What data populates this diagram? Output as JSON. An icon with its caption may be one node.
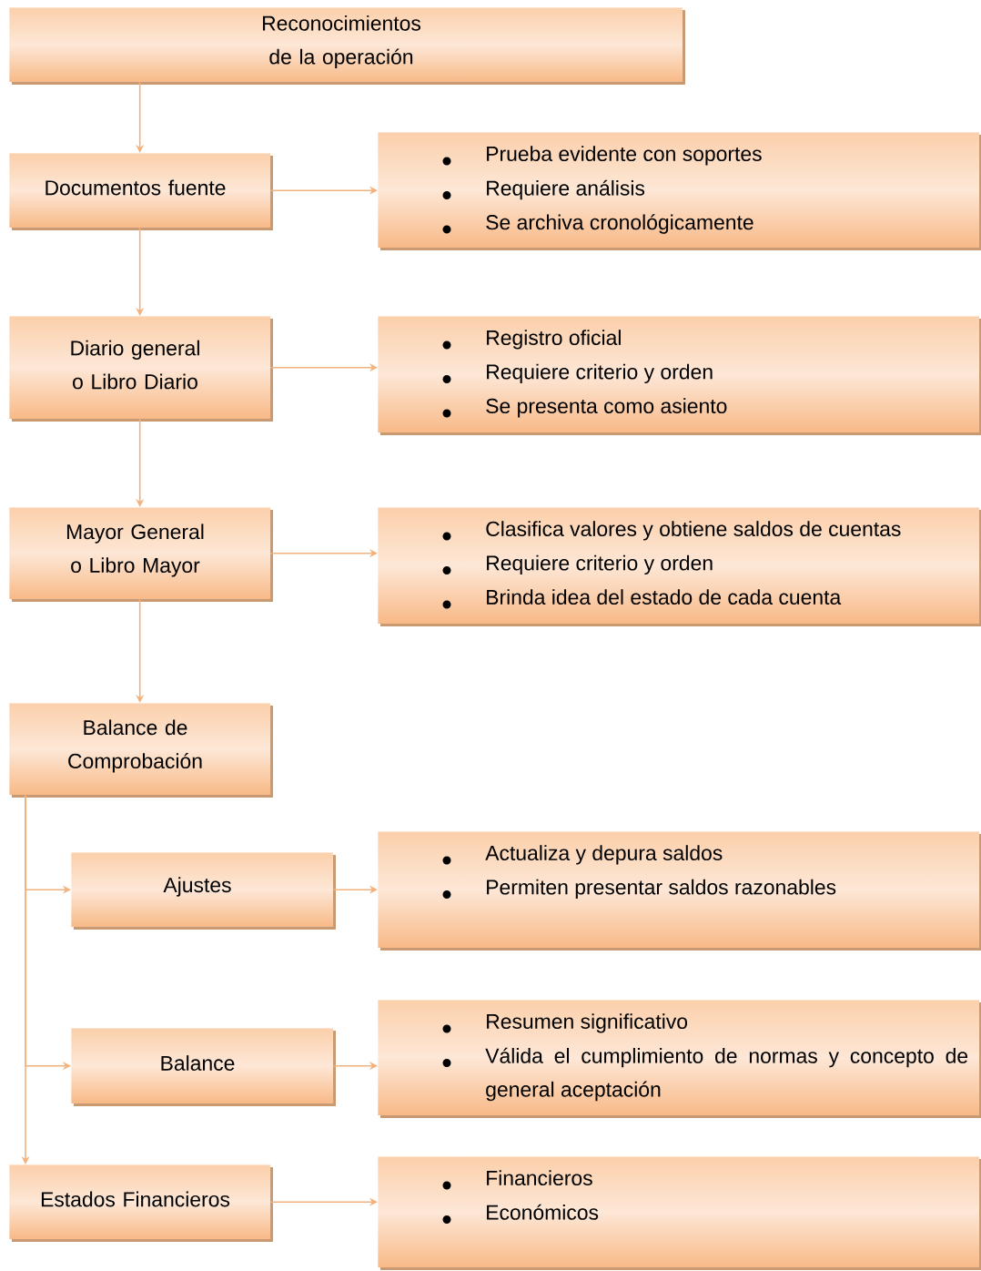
{
  "diagram": {
    "nodes": [
      {
        "text": [
          "Reconocimientos de la operación"
        ]
      },
      {
        "text": [
          "Documentos fuente"
        ]
      },
      {
        "text": [
          "Prueba evidente con soportes",
          "Requiere análisis",
          "Se archiva cronológicamente"
        ]
      },
      {
        "text": [
          "Diario general o Libro Diario"
        ]
      },
      {
        "text": [
          "Registro oficial",
          "Requiere criterio y orden",
          "Se presenta como asiento"
        ]
      },
      {
        "text": [
          "Mayor General o Libro Mayor"
        ]
      },
      {
        "text": [
          "Clasifica valores y obtiene saldos de cuentas",
          "Requiere criterio y orden",
          "Brinda idea del estado de cada cuenta"
        ]
      },
      {
        "text": [
          "Balance de Comprobación"
        ]
      },
      {
        "text": [
          "Ajustes"
        ]
      },
      {
        "text": [
          "Actualiza y depura saldos",
          "Permiten presentar saldos razonables"
        ]
      },
      {
        "text": [
          "Balance"
        ]
      },
      {
        "text": [
          "Resumen significativo",
          "Válida el cumplimiento de normas y concepto de general aceptación"
        ]
      },
      {
        "text": [
          "Estados Financieros"
        ]
      },
      {
        "text": [
          "Financieros",
          "Económicos"
        ]
      }
    ],
    "edges": [
      {
        "from": 0,
        "to": 1,
        "arrow": "to"
      },
      {
        "from": 1,
        "to": 2,
        "arrow": "to"
      },
      {
        "from": 1,
        "to": 3,
        "arrow": "to"
      },
      {
        "from": 3,
        "to": 4,
        "arrow": "to"
      },
      {
        "from": 3,
        "to": 5,
        "arrow": "to"
      },
      {
        "from": 5,
        "to": 6,
        "arrow": "to"
      },
      {
        "from": 5,
        "to": 7,
        "arrow": "to"
      },
      {
        "from": 7,
        "to": 8,
        "arrow": "to"
      },
      {
        "from": 7,
        "to": 10,
        "arrow": "to"
      },
      {
        "from": 7,
        "to": 12,
        "arrow": "to"
      },
      {
        "from": 8,
        "to": 9,
        "arrow": "to"
      },
      {
        "from": 10,
        "to": 11,
        "arrow": "to"
      },
      {
        "from": 12,
        "to": 13,
        "arrow": "to"
      }
    ]
  }
}
